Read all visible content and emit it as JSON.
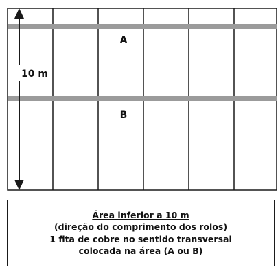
{
  "diagram": {
    "roll_count": 6,
    "colors": {
      "line": "#1a1a1a",
      "tape": "#9b9b9b",
      "background": "#ffffff"
    },
    "labels": {
      "area_a": "A",
      "area_b": "B",
      "height": "10 m"
    }
  },
  "caption": {
    "title": "Área inferior a 10 m",
    "line1": "(direção do comprimento dos rolos)",
    "line2": "1 fita de cobre no sentido transversal",
    "line3": "colocada na área (A ou B)"
  }
}
